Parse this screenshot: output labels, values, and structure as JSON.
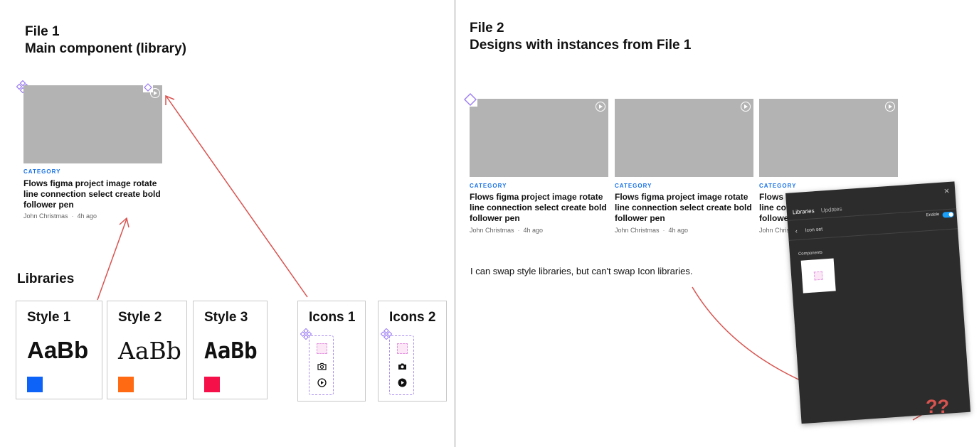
{
  "file1": {
    "title": "File 1",
    "subtitle": "Main component (library)"
  },
  "file2": {
    "title": "File 2",
    "subtitle": "Designs with instances from File 1"
  },
  "card": {
    "category": "CATEGORY",
    "title": "Flows figma project image rotate line connection select create bold follower pen",
    "author": "John Christmas",
    "time": "4h ago"
  },
  "libraries": {
    "heading": "Libraries",
    "styles": [
      {
        "name": "Style 1",
        "sample": "AaBb",
        "color": "#0d63f8"
      },
      {
        "name": "Style 2",
        "sample": "AaBb",
        "color": "#ff6a13"
      },
      {
        "name": "Style 3",
        "sample": "AaBb",
        "color": "#f5104a"
      }
    ],
    "icons": [
      {
        "name": "Icons 1"
      },
      {
        "name": "Icons 2"
      }
    ]
  },
  "note": "I can swap style libraries, but can't swap Icon libraries.",
  "panel": {
    "tabs": [
      "Libraries",
      "Updates"
    ],
    "back_label": "Icon set",
    "enable_label": "Enable",
    "section_label": "Components"
  },
  "question_marks": "??",
  "colors": {
    "arrow": "#d9534f",
    "component_purple": "#9b7cf5",
    "category_blue": "#1a73e8"
  }
}
